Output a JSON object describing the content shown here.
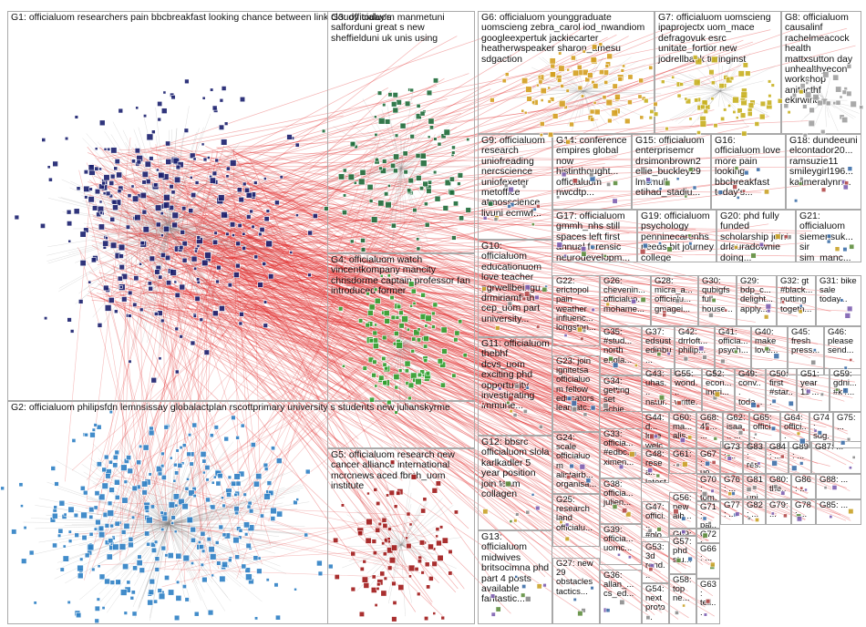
{
  "graph": {
    "edge_color": "#e02020",
    "groups": [
      {
        "id": "G1",
        "text": "G1: officialuom researchers pain bbcbreakfast looking chance between link cloudy today's",
        "color": "#1a1f6e"
      },
      {
        "id": "G2",
        "text": "G2: officialuom philipsfdn lemnsissay globalactplan rscottprimary university s students new julianskyrme",
        "color": "#2e7fc4"
      },
      {
        "id": "G3",
        "text": "G3: officialuom manmetuni salforduni great s new sheffielduni uk unis using",
        "color": "#1e6b3a"
      },
      {
        "id": "G4",
        "text": "G4: officialuom watch vincentkompany mancity chrisdorme captain professor fan introduced former",
        "color": "#2fa02f"
      },
      {
        "id": "G5",
        "text": "G5: officialuom research new cancer alliance international mcrcnews aced fbmh_uom institute",
        "color": "#a01818"
      },
      {
        "id": "G6",
        "text": "G6: officialuom younggraduate uomscieng zebra_carol iod_nwandiom googleexpertuk jackiecarter heatherwspeaker sharon_amesu sdgaction",
        "color": "#d4a020"
      },
      {
        "id": "G7",
        "text": "G7: officialuom uomscieng ipaprojectx uom_mace defragovuk esrc unitate_fortior new jodrellbank turinginst",
        "color": "#c8b020"
      },
      {
        "id": "G8",
        "text": "G8: officialuom causalinf rachelmeacock health mattxsutton day unhealthyecon workshop anitacthf ekirwin8",
        "color": "#a0a0a0"
      },
      {
        "id": "G9",
        "text": "G9: officialuom research uniofreading nercscience uniofexeter metoffice atmosscience livuni ecmwf...",
        "color": "#808080"
      },
      {
        "id": "G10",
        "text": "G10: officialuom educationuom love teacher pgrwellbeingu... drmiriamfirth cep_uom part university...",
        "color": "#909090"
      },
      {
        "id": "G11",
        "text": "G11: officialuom thebhf dcvs_uom exciting phd opportunity investigating immune...",
        "color": "#909090"
      },
      {
        "id": "G12",
        "text": "G12: bbsrc officialuom slola karlkadler 5 year position join team collagen",
        "color": "#909090"
      },
      {
        "id": "G13",
        "text": "G13: officialuom midwives britsocimna phd part 4 posts available fantastic...",
        "color": "#909090"
      },
      {
        "id": "G14",
        "text": "G14: conference empires global now histinthought... officialuom nwcdtp...",
        "color": "#909090"
      },
      {
        "id": "G15",
        "text": "G15: officialuom enterprisemcr drsimonbrown2 ellie_buckley29 lmcmull etihad_stadiu...",
        "color": "#909090"
      },
      {
        "id": "G16",
        "text": "G16: officialuom love more pain looking bbcbreakfast today's...",
        "color": "#909090"
      },
      {
        "id": "G17",
        "text": "G17: officialuom gmmh_nhs still spaces left first annual forensic neurodevelopm...",
        "color": "#909090"
      },
      {
        "id": "G18",
        "text": "G18: dundeeuni elcontador20... ramsuzie11 smileygirl196... kalimeralynn...",
        "color": "#909090"
      },
      {
        "id": "G19",
        "text": "G19: officialuom psychology penninecarenhs needs bit journey college inspired...",
        "color": "#909090"
      },
      {
        "id": "G20",
        "text": "G20: phd fully funded scholarship joint drlauradownie doing...",
        "color": "#909090"
      },
      {
        "id": "G21",
        "text": "G21: officialuom siemensuk... sir sim_manc...",
        "color": "#909090"
      },
      {
        "id": "G22",
        "text": "G22: erictopol pain weather influenc... longstan...",
        "color": "#909090"
      },
      {
        "id": "G23",
        "text": "G23: join ignitetsa officialuom fellow educators learnatc...",
        "color": "#909090"
      },
      {
        "id": "G24",
        "text": "G24: scale officialuom alistairb... organisa...",
        "color": "#909090"
      },
      {
        "id": "G25",
        "text": "G25: research land officialu...",
        "color": "#909090"
      },
      {
        "id": "G26",
        "text": "G26: chevenin... officialuo... mohame...",
        "color": "#909090"
      },
      {
        "id": "G27",
        "text": "G27: new 29 obstacles tactics...",
        "color": "#909090"
      },
      {
        "id": "G28",
        "text": "G28: micra_a... officialu... gmagei...",
        "color": "#909090"
      },
      {
        "id": "G29",
        "text": "G29: bdp_c... delight... apply...",
        "color": "#909090"
      },
      {
        "id": "G30",
        "text": "G30: qubigfs full house...",
        "color": "#909090"
      },
      {
        "id": "G31",
        "text": "G31: bike sale today...",
        "color": "#909090"
      },
      {
        "id": "G32",
        "text": "G32: gt #black... putting togeth...",
        "color": "#909090"
      },
      {
        "id": "G33",
        "text": "G33: officia... #edbc... ximen...",
        "color": "#909090"
      },
      {
        "id": "G34",
        "text": "G34: getting set achie...",
        "color": "#909090"
      },
      {
        "id": "G35",
        "text": "G35: #stud... north engla...",
        "color": "#909090"
      },
      {
        "id": "G36",
        "text": "G36: allan_... cs_ed...",
        "color": "#909090"
      },
      {
        "id": "G37",
        "text": "G37: edsust edinbu...",
        "color": "#909090"
      },
      {
        "id": "G38",
        "text": "G38: officia... julien...",
        "color": "#909090"
      },
      {
        "id": "G39",
        "text": "G39: officia... uomc...",
        "color": "#909090"
      },
      {
        "id": "G40",
        "text": "G40: make love...",
        "color": "#909090"
      },
      {
        "id": "G41",
        "text": "G41: officia... psych...",
        "color": "#909090"
      },
      {
        "id": "G42",
        "text": "G42: drrloft... philip...",
        "color": "#909090"
      },
      {
        "id": "G43",
        "text": "G43: uhas... natur...",
        "color": "#909090"
      },
      {
        "id": "G44",
        "text": "G44: d... love welc...",
        "color": "#909090"
      },
      {
        "id": "G45",
        "text": "G45: fresh press...",
        "color": "#909090"
      },
      {
        "id": "G46",
        "text": "G46: please send...",
        "color": "#909090"
      },
      {
        "id": "G47",
        "text": "G47: offici... #glob...",
        "color": "#909090"
      },
      {
        "id": "G48",
        "text": "G48: resea... latest...",
        "color": "#909090"
      },
      {
        "id": "G49",
        "text": "G49: conv... toda...",
        "color": "#909090"
      },
      {
        "id": "G50",
        "text": "G50: first #star...",
        "color": "#909090"
      },
      {
        "id": "G51",
        "text": "G51: year 11 ...",
        "color": "#909090"
      },
      {
        "id": "G52",
        "text": "G52: econ... ingri...",
        "color": "#909090"
      },
      {
        "id": "G53",
        "text": "G53: 3d rend...",
        "color": "#909090"
      },
      {
        "id": "G54",
        "text": "G54: next proto...",
        "color": "#909090"
      },
      {
        "id": "G55",
        "text": "G55: wond... writte...",
        "color": "#909090"
      },
      {
        "id": "G56",
        "text": "G56: new alb...",
        "color": "#909090"
      },
      {
        "id": "G57",
        "text": "G57: phd stu...",
        "color": "#909090"
      },
      {
        "id": "G58",
        "text": "G58: top ne...",
        "color": "#909090"
      },
      {
        "id": "G59",
        "text": "G59: gdni... #k4...",
        "color": "#909090"
      },
      {
        "id": "G60",
        "text": "G60: ma... alis...",
        "color": "#909090"
      },
      {
        "id": "G61",
        "text": "G61: ...",
        "color": "#909090"
      },
      {
        "id": "G62",
        "text": "G62: isaa... ...",
        "color": "#909090"
      },
      {
        "id": "G63",
        "text": "G63: tell...",
        "color": "#909090"
      },
      {
        "id": "G64",
        "text": "G64: offici...",
        "color": "#909090"
      },
      {
        "id": "G65",
        "text": "G65: offici...",
        "color": "#909090"
      },
      {
        "id": "G66",
        "text": "G66: ...",
        "color": "#909090"
      },
      {
        "id": "G67",
        "text": "G67: uo...",
        "color": "#909090"
      },
      {
        "id": "G68",
        "text": "G68: 45... ...",
        "color": "#909090"
      },
      {
        "id": "G69",
        "text": "G69: nort...",
        "color": "#909090"
      },
      {
        "id": "G70",
        "text": "G70: tom...",
        "color": "#909090"
      },
      {
        "id": "G71",
        "text": "G71: pai...",
        "color": "#909090"
      },
      {
        "id": "G72",
        "text": "G72: pai...",
        "color": "#909090"
      },
      {
        "id": "G73",
        "text": "G73: ...",
        "color": "#909090"
      },
      {
        "id": "G74",
        "text": "G74: sdg...",
        "color": "#909090"
      },
      {
        "id": "G75",
        "text": "G75: ...",
        "color": "#909090"
      },
      {
        "id": "G76",
        "text": "G76: ...",
        "color": "#909090"
      },
      {
        "id": "G77",
        "text": "G77: ...",
        "color": "#909090"
      },
      {
        "id": "G78",
        "text": "G78: ...",
        "color": "#909090"
      },
      {
        "id": "G79",
        "text": "G79: ...",
        "color": "#909090"
      },
      {
        "id": "G80",
        "text": "G80: the...",
        "color": "#909090"
      },
      {
        "id": "G81",
        "text": "G81: uni...",
        "color": "#909090"
      },
      {
        "id": "G82",
        "text": "G82: ...",
        "color": "#909090"
      },
      {
        "id": "G83",
        "text": "G83: res...",
        "color": "#909090"
      },
      {
        "id": "G84",
        "text": "G84: ...",
        "color": "#909090"
      },
      {
        "id": "G85",
        "text": "G85: ...",
        "color": "#909090"
      },
      {
        "id": "G86",
        "text": "G86: ...",
        "color": "#909090"
      },
      {
        "id": "G87",
        "text": "G87: ...",
        "color": "#909090"
      },
      {
        "id": "G88",
        "text": "G88: ...",
        "color": "#909090"
      },
      {
        "id": "G89",
        "text": "G89: ...",
        "color": "#909090"
      }
    ]
  }
}
